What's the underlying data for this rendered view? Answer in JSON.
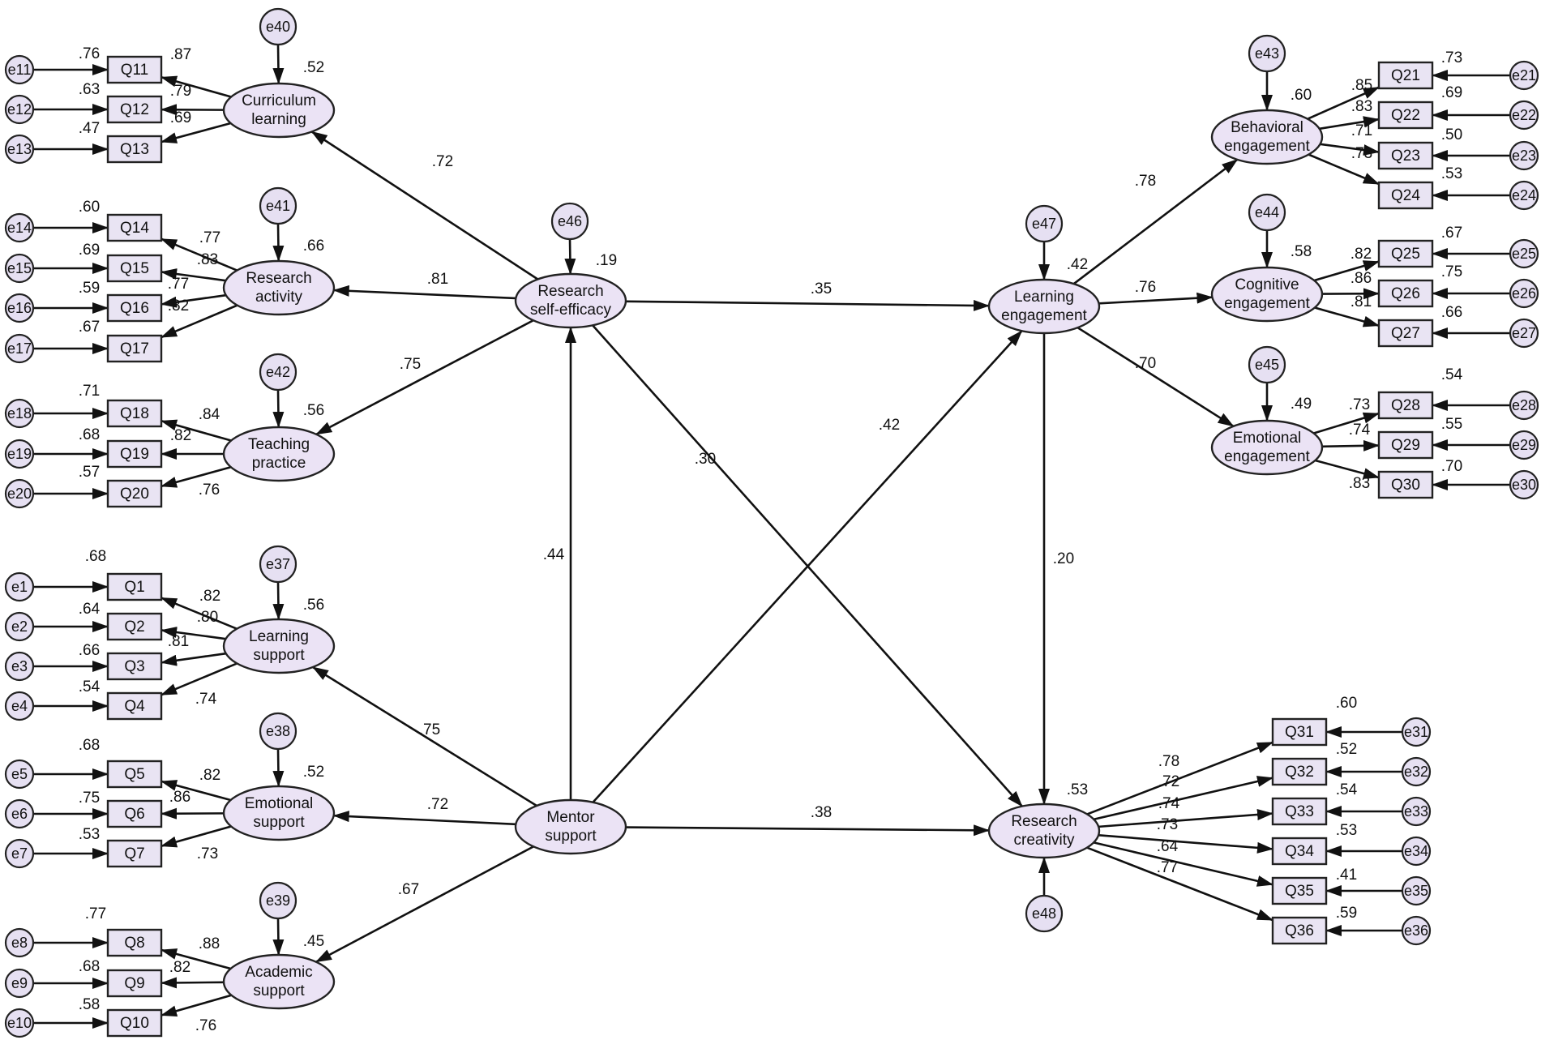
{
  "colors": {
    "latent_fill": "#ebe3f5",
    "indicator_fill": "#e9e4f3",
    "error_fill": "#e6e0f2",
    "line": "#111111"
  },
  "latents": {
    "curriculum": {
      "lines": [
        "Curriculum",
        "learning"
      ],
      "r2": ".52",
      "error": "e40"
    },
    "research_activity": {
      "lines": [
        "Research",
        "activity"
      ],
      "r2": ".66",
      "error": "e41"
    },
    "teaching": {
      "lines": [
        "Teaching",
        "practice"
      ],
      "r2": ".56",
      "error": "e42"
    },
    "learning_support": {
      "lines": [
        "Learning",
        "support"
      ],
      "r2": ".56",
      "error": "e37"
    },
    "emotional_support": {
      "lines": [
        "Emotional",
        "support"
      ],
      "r2": ".52",
      "error": "e38"
    },
    "academic_support": {
      "lines": [
        "Academic",
        "support"
      ],
      "r2": ".45",
      "error": "e39"
    },
    "self_efficacy": {
      "lines": [
        "Research",
        "self-efficacy"
      ],
      "r2": ".19",
      "error": "e46"
    },
    "mentor": {
      "lines": [
        "Mentor",
        "support"
      ],
      "r2": "",
      "error": ""
    },
    "learning_engagement": {
      "lines": [
        "Learning",
        "engagement"
      ],
      "r2": ".42",
      "error": "e47"
    },
    "creativity": {
      "lines": [
        "Research",
        "creativity"
      ],
      "r2": ".53",
      "error": "e48"
    },
    "behavioral": {
      "lines": [
        "Behavioral",
        "engagement"
      ],
      "r2": ".60",
      "error": "e43"
    },
    "cognitive": {
      "lines": [
        "Cognitive",
        "engagement"
      ],
      "r2": ".58",
      "error": "e44"
    },
    "emotional_engagement": {
      "lines": [
        "Emotional",
        "engagement"
      ],
      "r2": ".49",
      "error": "e45"
    }
  },
  "structural_paths": [
    {
      "from": "self_efficacy",
      "to": "curriculum",
      "coef": ".72"
    },
    {
      "from": "self_efficacy",
      "to": "research_activity",
      "coef": ".81"
    },
    {
      "from": "self_efficacy",
      "to": "teaching",
      "coef": ".75"
    },
    {
      "from": "mentor",
      "to": "learning_support",
      "coef": ".75"
    },
    {
      "from": "mentor",
      "to": "emotional_support",
      "coef": ".72"
    },
    {
      "from": "mentor",
      "to": "academic_support",
      "coef": ".67"
    },
    {
      "from": "mentor",
      "to": "self_efficacy",
      "coef": ".44"
    },
    {
      "from": "self_efficacy",
      "to": "learning_engagement",
      "coef": ".35"
    },
    {
      "from": "self_efficacy",
      "to": "creativity",
      "coef": ".30"
    },
    {
      "from": "mentor",
      "to": "learning_engagement",
      "coef": ".42"
    },
    {
      "from": "mentor",
      "to": "creativity",
      "coef": ".38"
    },
    {
      "from": "learning_engagement",
      "to": "creativity",
      "coef": ".20"
    },
    {
      "from": "learning_engagement",
      "to": "behavioral",
      "coef": ".78"
    },
    {
      "from": "learning_engagement",
      "to": "cognitive",
      "coef": ".76"
    },
    {
      "from": "learning_engagement",
      "to": "emotional_engagement",
      "coef": ".70"
    }
  ],
  "indicators": [
    {
      "item": "Q11",
      "error": "e11",
      "r2": ".76",
      "loading": ".87",
      "latent": "curriculum"
    },
    {
      "item": "Q12",
      "error": "e12",
      "r2": ".63",
      "loading": ".79",
      "latent": "curriculum"
    },
    {
      "item": "Q13",
      "error": "e13",
      "r2": ".47",
      "loading": ".69",
      "latent": "curriculum"
    },
    {
      "item": "Q14",
      "error": "e14",
      "r2": ".60",
      "loading": ".77",
      "latent": "research_activity"
    },
    {
      "item": "Q15",
      "error": "e15",
      "r2": ".69",
      "loading": ".83",
      "latent": "research_activity"
    },
    {
      "item": "Q16",
      "error": "e16",
      "r2": ".59",
      "loading": ".77",
      "latent": "research_activity"
    },
    {
      "item": "Q17",
      "error": "e17",
      "r2": ".67",
      "loading": ".82",
      "latent": "research_activity"
    },
    {
      "item": "Q18",
      "error": "e18",
      "r2": ".71",
      "loading": ".84",
      "latent": "teaching"
    },
    {
      "item": "Q19",
      "error": "e19",
      "r2": ".68",
      "loading": ".82",
      "latent": "teaching"
    },
    {
      "item": "Q20",
      "error": "e20",
      "r2": ".57",
      "loading": ".76",
      "latent": "teaching"
    },
    {
      "item": "Q1",
      "error": "e1",
      "r2": ".68",
      "loading": ".82",
      "latent": "learning_support"
    },
    {
      "item": "Q2",
      "error": "e2",
      "r2": ".64",
      "loading": ".80",
      "latent": "learning_support"
    },
    {
      "item": "Q3",
      "error": "e3",
      "r2": ".66",
      "loading": ".81",
      "latent": "learning_support"
    },
    {
      "item": "Q4",
      "error": "e4",
      "r2": ".54",
      "loading": ".74",
      "latent": "learning_support"
    },
    {
      "item": "Q5",
      "error": "e5",
      "r2": ".68",
      "loading": ".82",
      "latent": "emotional_support"
    },
    {
      "item": "Q6",
      "error": "e6",
      "r2": ".75",
      "loading": ".86",
      "latent": "emotional_support"
    },
    {
      "item": "Q7",
      "error": "e7",
      "r2": ".53",
      "loading": ".73",
      "latent": "emotional_support"
    },
    {
      "item": "Q8",
      "error": "e8",
      "r2": ".77",
      "loading": ".88",
      "latent": "academic_support"
    },
    {
      "item": "Q9",
      "error": "e9",
      "r2": ".68",
      "loading": ".82",
      "latent": "academic_support"
    },
    {
      "item": "Q10",
      "error": "e10",
      "r2": ".58",
      "loading": ".76",
      "latent": "academic_support"
    },
    {
      "item": "Q21",
      "error": "e21",
      "r2": ".73",
      "loading": ".85",
      "latent": "behavioral"
    },
    {
      "item": "Q22",
      "error": "e22",
      "r2": ".69",
      "loading": ".83",
      "latent": "behavioral"
    },
    {
      "item": "Q23",
      "error": "e23",
      "r2": ".50",
      "loading": ".71",
      "latent": "behavioral"
    },
    {
      "item": "Q24",
      "error": "e24",
      "r2": ".53",
      "loading": ".73",
      "latent": "behavioral"
    },
    {
      "item": "Q25",
      "error": "e25",
      "r2": ".67",
      "loading": ".82",
      "latent": "cognitive"
    },
    {
      "item": "Q26",
      "error": "e26",
      "r2": ".75",
      "loading": ".86",
      "latent": "cognitive"
    },
    {
      "item": "Q27",
      "error": "e27",
      "r2": ".66",
      "loading": ".81",
      "latent": "cognitive"
    },
    {
      "item": "Q28",
      "error": "e28",
      "r2": ".54",
      "loading": ".73",
      "latent": "emotional_engagement"
    },
    {
      "item": "Q29",
      "error": "e29",
      "r2": ".55",
      "loading": ".74",
      "latent": "emotional_engagement"
    },
    {
      "item": "Q30",
      "error": "e30",
      "r2": ".70",
      "loading": ".83",
      "latent": "emotional_engagement"
    },
    {
      "item": "Q31",
      "error": "e31",
      "r2": ".60",
      "loading": ".78",
      "latent": "creativity"
    },
    {
      "item": "Q32",
      "error": "e32",
      "r2": ".52",
      "loading": ".72",
      "latent": "creativity"
    },
    {
      "item": "Q33",
      "error": "e33",
      "r2": ".54",
      "loading": ".74",
      "latent": "creativity"
    },
    {
      "item": "Q34",
      "error": "e34",
      "r2": ".53",
      "loading": ".73",
      "latent": "creativity"
    },
    {
      "item": "Q35",
      "error": "e35",
      "r2": ".41",
      "loading": ".64",
      "latent": "creativity"
    },
    {
      "item": "Q36",
      "error": "e36",
      "r2": ".59",
      "loading": ".77",
      "latent": "creativity"
    }
  ]
}
